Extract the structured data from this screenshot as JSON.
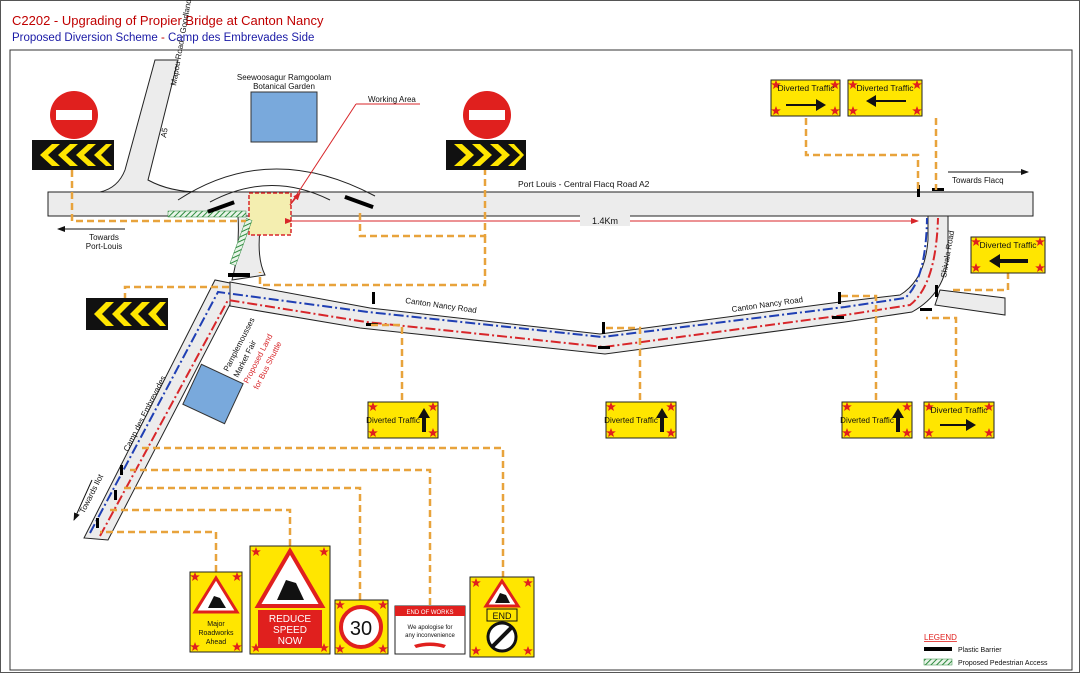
{
  "header": {
    "title": "C2202 - Upgrading of Propier Bridge at Canton Nancy",
    "subtitle_a": "Proposed Diversion Scheme",
    "subtitle_sep": " - ",
    "subtitle_b": "Camp des Embrevades Side"
  },
  "labels": {
    "garden_line1": "Seewoosagur Ramgoolam",
    "garden_line2": "Botanical Garden",
    "working_area": "Working Area",
    "mapou_road_line1": "Mapou Road - Goodlands",
    "mapou_road_line2": "A5",
    "a2_road": "Port Louis - Central Flacq Road A2",
    "towards_flacq": "Towards Flacq",
    "towards_port_louis_line1": "Towards",
    "towards_port_louis_line2": "Port-Louis",
    "distance": "1.4Km",
    "shivala_road": "Shivala Road",
    "canton_nancy_1": "Canton Nancy Road",
    "canton_nancy_2": "Canton Nancy Road",
    "camp_des_embrevades": "Camp des Embrevades",
    "towards_ilot": "Towards Ilot",
    "market_line1": "Pamplemousses",
    "market_line2": "Market Fair",
    "bus_land_line1": "Proposed Land",
    "bus_land_line2": "for Bus Shuttle"
  },
  "signs": {
    "diverted_traffic": "Diverted Traffic",
    "major_roadworks": [
      "Major",
      "Roadworks",
      "Ahead"
    ],
    "reduce_speed": [
      "REDUCE",
      "SPEED",
      "NOW"
    ],
    "speed_limit": "30",
    "end_of_works_header": "END OF WORKS",
    "end_of_works_body": [
      "We apologise for",
      "any inconvenience"
    ],
    "end": "END"
  },
  "legend": {
    "title": "LEGEND",
    "items": [
      {
        "label": "Plastic Barrier",
        "color": "#000000"
      },
      {
        "label": "Proposed Pedestrian Access",
        "color": "#2e8b3e"
      }
    ]
  },
  "colors": {
    "signal_yellow": "#ffe600",
    "leader": "#e8a33c",
    "route_blue": "#1f3fb4",
    "route_red": "#d8262a",
    "road_fill": "#ececec",
    "building_blue": "#79a9dc"
  }
}
